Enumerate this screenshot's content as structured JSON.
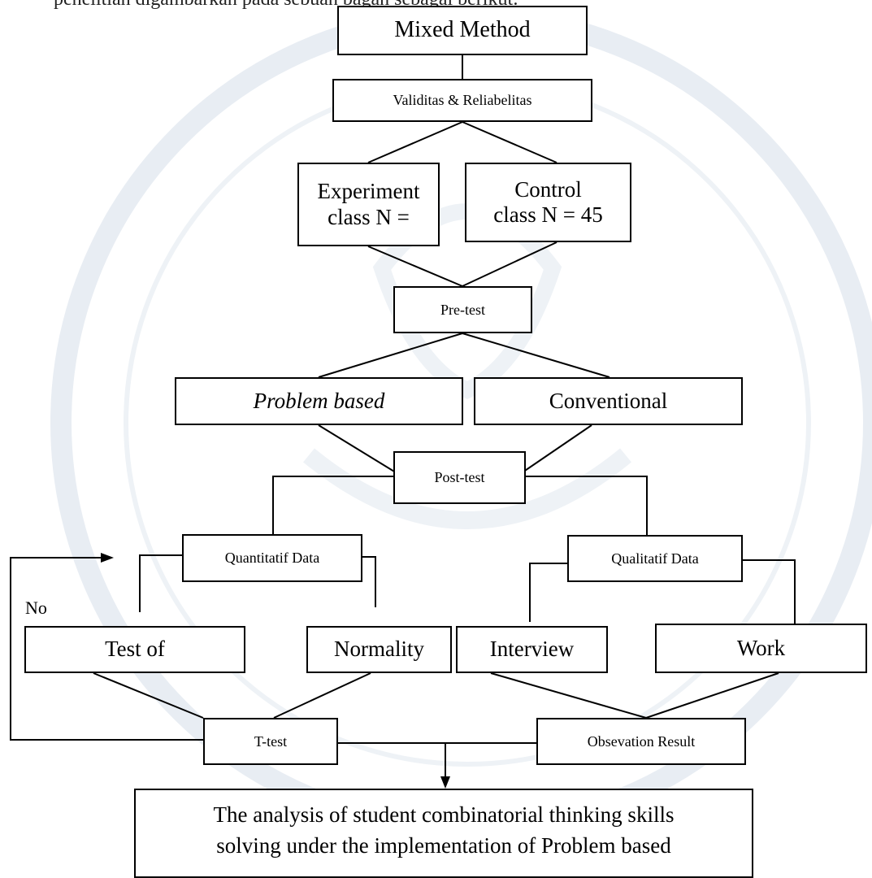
{
  "intro_text": "penelitian digambarkan pada sebuah bagan sebagai berikut:",
  "nodes": {
    "mixed_method": "Mixed Method",
    "validity": "Validitas & Reliabelitas",
    "experiment": "Experiment class N =",
    "experiment_line1": "Experiment",
    "experiment_line2": "class N =",
    "control_line1": "Control",
    "control_line2": "class N = 45",
    "pretest": "Pre-test",
    "problem_based": "Problem based",
    "conventional": "Conventional",
    "posttest": "Post-test",
    "quant_data": "Quantitatif Data",
    "qual_data": "Qualitatif Data",
    "no_label": "No",
    "test_of": "Test of",
    "normality": "Normality",
    "interview": "Interview",
    "work": "Work",
    "ttest": "T-test",
    "observation": "Obsevation Result",
    "final_line1": "The analysis of student combinatorial thinking skills",
    "final_line2": "solving under the implementation of Problem based"
  },
  "colors": {
    "line": "#000000",
    "watermark": "#e6ebf2"
  }
}
